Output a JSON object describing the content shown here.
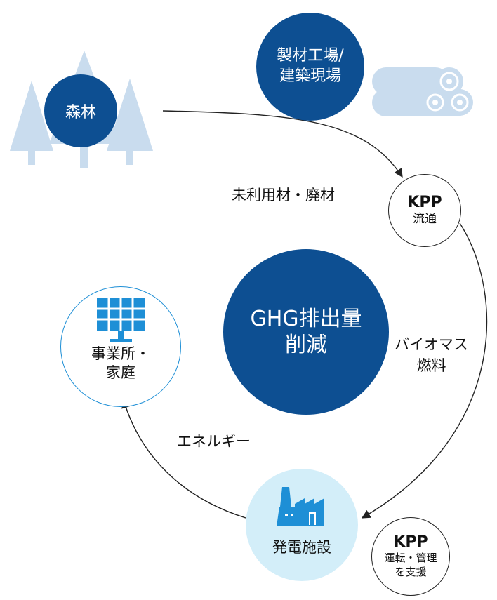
{
  "colors": {
    "navy": "#0d4f92",
    "light_blue": "#c9dcee",
    "pale_cyan": "#d3eef9",
    "accent_blue": "#1e8fd6",
    "line": "#222222"
  },
  "nodes": {
    "forest": "森林",
    "sawmill_line1": "製材工場/",
    "sawmill_line2": "建築現場",
    "kpp_dist_title": "KPP",
    "kpp_dist_sub": "流通",
    "center_line1": "GHG排出量",
    "center_line2": "削減",
    "office_line1": "事業所・",
    "office_line2": "家庭",
    "power_plant": "発電施設",
    "kpp_support_title": "KPP",
    "kpp_support_line1": "運転・管理",
    "kpp_support_line2": "を支援"
  },
  "edges": {
    "unused_wood": "未利用材・廃材",
    "biomass_line1": "バイオマス",
    "biomass_line2": "燃料",
    "energy": "エネルギー"
  },
  "icons": [
    "tree-icon",
    "log-pile-icon",
    "solar-panel-icon",
    "factory-icon"
  ]
}
